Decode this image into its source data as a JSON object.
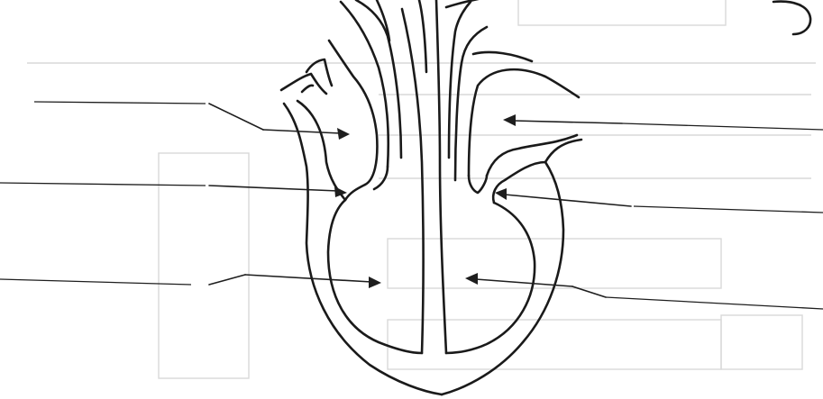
{
  "diagram": {
    "labels": [
      {
        "id": "left-upper",
        "text": ""
      },
      {
        "id": "left-middle",
        "text": ""
      },
      {
        "id": "left-lower",
        "text": ""
      },
      {
        "id": "right-upper",
        "text": ""
      },
      {
        "id": "right-middle",
        "text": ""
      },
      {
        "id": "right-lower",
        "text": ""
      }
    ]
  },
  "colors": {
    "ink": "#1a1a1a",
    "background": "#ffffff",
    "bleed_through": "#d4d4d4"
  }
}
